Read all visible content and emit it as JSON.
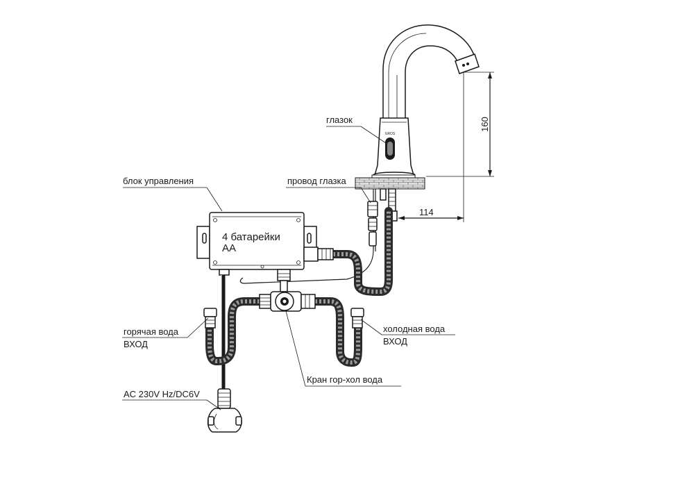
{
  "labels": {
    "sensor": "глазок",
    "control_unit": "блок управления",
    "sensor_wire": "провод глазка",
    "batteries_line1": "4 батарейки",
    "batteries_line2": "АА",
    "hot_water_line1": "горячая вода",
    "hot_water_line2": "ВХОД",
    "cold_water_line1": "холодная вода",
    "cold_water_line2": "ВХОД",
    "mixing_valve": "Кран гор-хол вода",
    "power": "AC 230V Hz/DC6V",
    "logo": "GROS"
  },
  "dimensions": {
    "height": "160",
    "reach": "114"
  },
  "colors": {
    "line": "#1a1a1a",
    "hose_dark": "#2b2b2b",
    "hose_light": "#9a9a9a",
    "countertop": "#d9d9d9"
  }
}
